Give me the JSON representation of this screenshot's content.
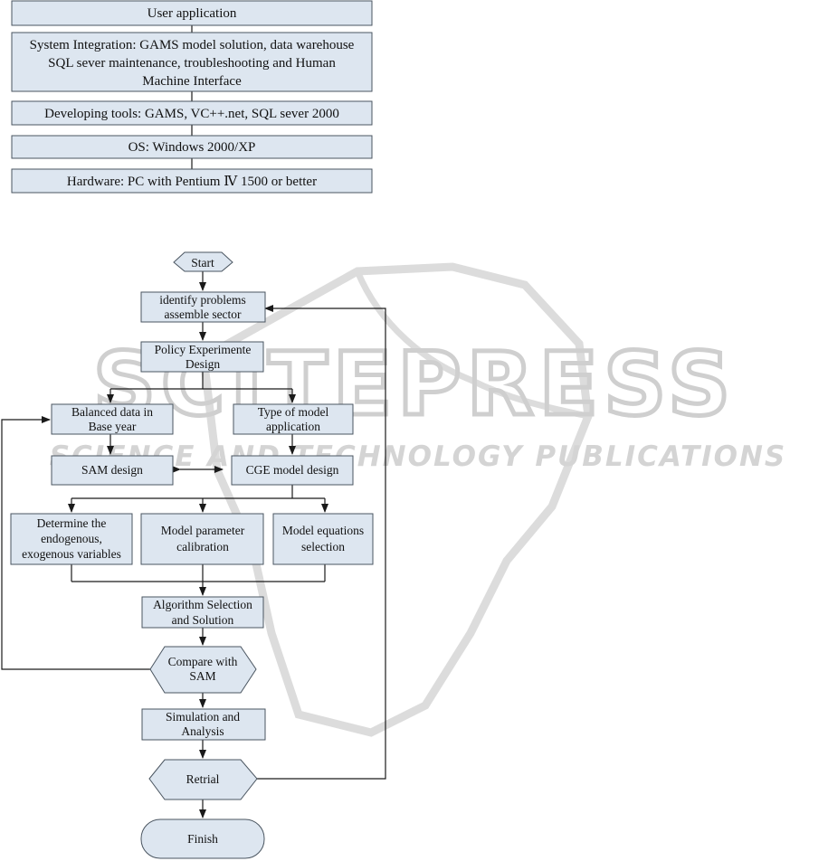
{
  "watermark": {
    "brand": "SCITEPRESS",
    "tagline": "SCIENCE AND TECHNOLOGY PUBLICATIONS"
  },
  "layers": {
    "user_application": "User application",
    "integration": [
      "System Integration: GAMS model solution, data warehouse",
      "SQL sever maintenance, troubleshooting and Human",
      "Machine Interface"
    ],
    "developing_tools": "Developing tools: GAMS, VC++.net, SQL sever 2000",
    "os": "OS: Windows 2000/XP",
    "hardware": "Hardware: PC with Pentium Ⅳ 1500 or better"
  },
  "flow": {
    "start": "Start",
    "identify": [
      "identify problems",
      "assemble sector"
    ],
    "policy": [
      "Policy Experimente",
      "Design"
    ],
    "balanced": [
      "Balanced data in",
      "Base year"
    ],
    "type_model": [
      "Type of model",
      "application"
    ],
    "sam_design": "SAM design",
    "cge_design": "CGE model design",
    "determine": [
      "Determine the",
      "endogenous,",
      "exogenous variables"
    ],
    "calibration": [
      "Model parameter",
      "calibration"
    ],
    "equations": [
      "Model equations",
      "selection"
    ],
    "algorithm": [
      "Algorithm Selection",
      "and Solution"
    ],
    "compare": [
      "Compare with",
      "SAM"
    ],
    "simulation": [
      "Simulation and",
      "Analysis"
    ],
    "retrial": "Retrial",
    "finish": "Finish"
  }
}
